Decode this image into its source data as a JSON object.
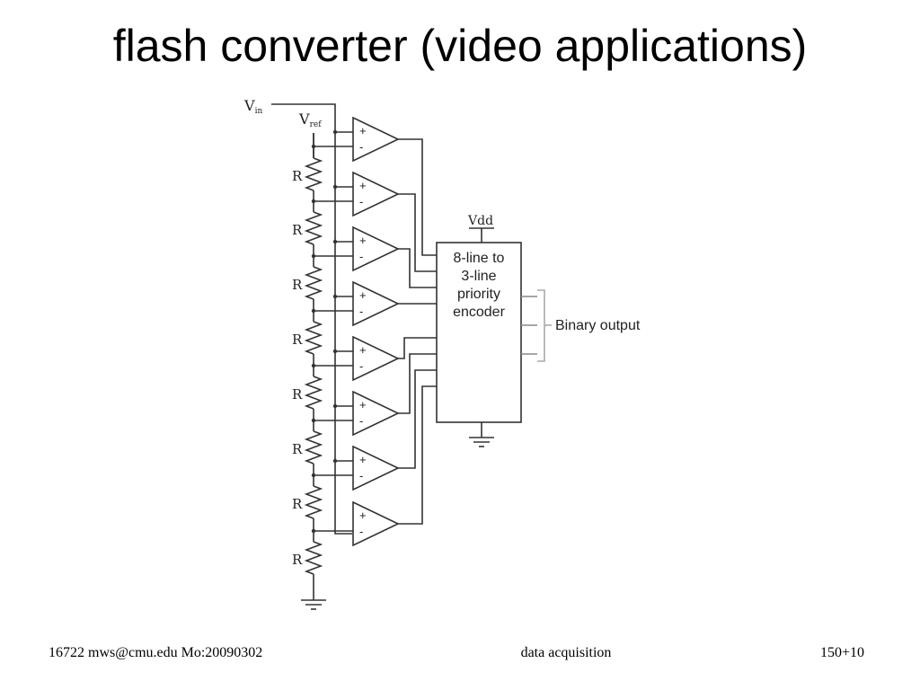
{
  "slide": {
    "title": "flash converter (video applications)"
  },
  "diagram": {
    "vin_label": "V",
    "vin_sub": "in",
    "vref_label": "V",
    "vref_sub": "ref",
    "resistor_label": "R",
    "plus_sign": "+",
    "minus_sign": "-",
    "vdd_label": "Vdd",
    "encoder_lines": [
      "8-line to",
      "3-line",
      "priority",
      "encoder"
    ],
    "output_label": "Binary output",
    "ground_icon": "ground-icon"
  },
  "footer": {
    "left": "16722 mws@cmu.edu Mo:20090302",
    "center": "data acquisition",
    "right": "150+10"
  }
}
